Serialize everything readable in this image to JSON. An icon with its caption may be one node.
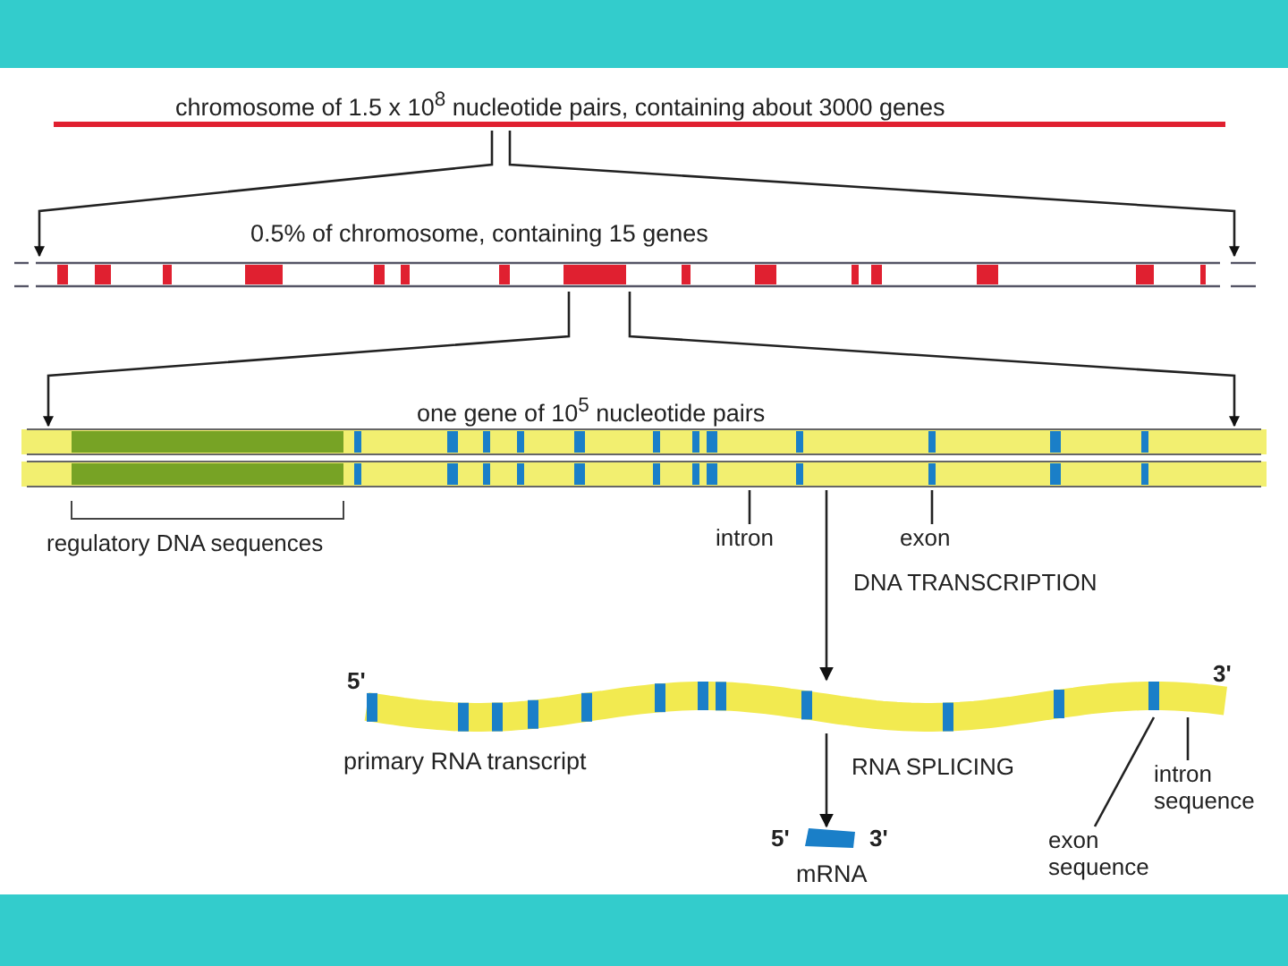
{
  "diagram": {
    "nodes": [
      {
        "text": [],
        "shape": "bar",
        "beside": [
          "chromosome of 1.5 x 10$^{8}$ nucleotide pairs, containing about 3000 genes"
        ]
      },
      {
        "text": [],
        "shape": "bar",
        "beside": [
          "0.5% of chromosome, containing 15 genes"
        ]
      },
      {
        "text": [],
        "shape": "bar",
        "beside": [
          "one gene of 10$^{5}$ nucleotide pairs"
        ]
      },
      {
        "text": [
          "intron"
        ]
      },
      {
        "text": [
          "exon"
        ]
      },
      {
        "text": [],
        "shape": "bar",
        "beside": [
          "5'",
          "3'",
          "primary RNA transcript"
        ]
      },
      {
        "text": [
          "intron sequence"
        ]
      },
      {
        "text": [
          "exon sequence"
        ]
      },
      {
        "text": [],
        "shape": "bar",
        "beside": [
          "5'",
          "3'",
          "mRNA"
        ]
      }
    ],
    "edges": [
      {
        "from": 0,
        "to": 1,
        "arrow": "to"
      },
      {
        "from": 0,
        "to": 1,
        "arrow": "to"
      },
      {
        "from": 1,
        "to": 2,
        "arrow": "to"
      },
      {
        "from": 1,
        "to": 2,
        "arrow": "to"
      },
      {
        "from": 2,
        "to": 5,
        "arrow": "to",
        "label": "DNA TRANSCRIPTION"
      },
      {
        "from": 5,
        "to": 8,
        "arrow": "to",
        "label": "RNA SPLICING"
      },
      {
        "from": 3,
        "to": 2,
        "arrow": "none"
      },
      {
        "from": 4,
        "to": 2,
        "arrow": "none"
      },
      {
        "from": 6,
        "to": 5,
        "arrow": "none"
      },
      {
        "from": 7,
        "to": 5,
        "arrow": "none"
      }
    ],
    "labels": [
      "regulatory DNA sequences"
    ]
  }
}
